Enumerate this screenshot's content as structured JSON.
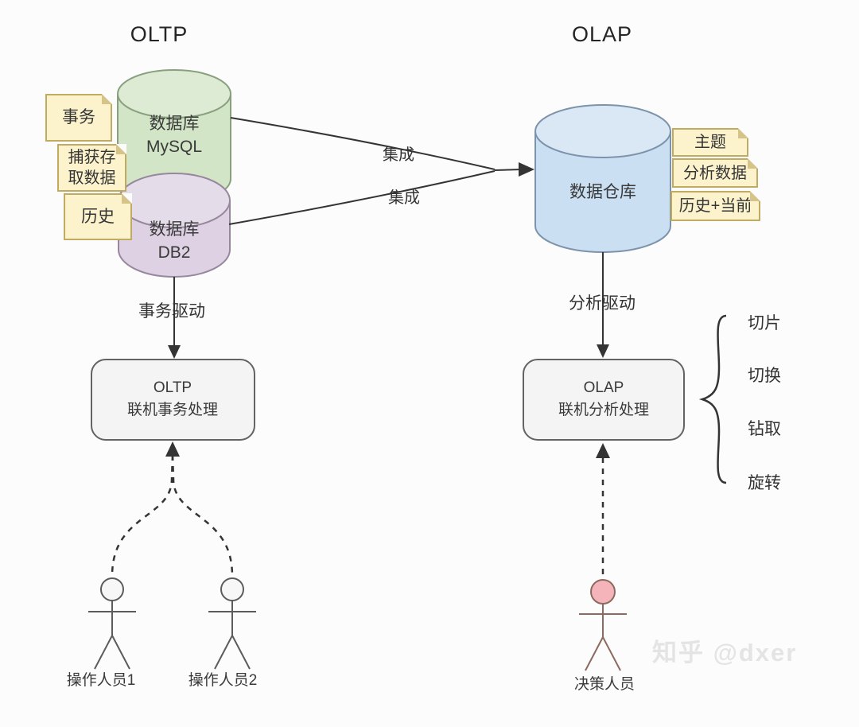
{
  "titles": {
    "oltp": "OLTP",
    "olap": "OLAP"
  },
  "cylinders": {
    "mysql": {
      "line1": "数据库",
      "line2": "MySQL"
    },
    "db2": {
      "line1": "数据库",
      "line2": "DB2"
    },
    "warehouse": {
      "label": "数据仓库"
    }
  },
  "notes": {
    "transaction": "事务",
    "capture": "捕获存取数据",
    "history": "历史",
    "subject": "主题",
    "analysis_data": "分析数据",
    "history_current": "历史+当前"
  },
  "edge_labels": {
    "integration_top": "集成",
    "integration_bottom": "集成",
    "transaction_driven": "事务驱动",
    "analysis_driven": "分析驱动"
  },
  "process_boxes": {
    "oltp": {
      "line1": "OLTP",
      "line2": "联机事务处理"
    },
    "olap": {
      "line1": "OLAP",
      "line2": "联机分析处理"
    }
  },
  "olap_operations": [
    "切片",
    "切换",
    "钻取",
    "旋转"
  ],
  "actors": {
    "operator1": "操作人员1",
    "operator2": "操作人员2",
    "decision_maker": "决策人员"
  },
  "watermark": "知乎 @dxer",
  "colors": {
    "mysql_fill": "#d2e5c7",
    "mysql_stroke": "#88a07e",
    "db2_fill": "#ddd1e3",
    "db2_stroke": "#96879d",
    "warehouse_fill": "#cbdff2",
    "warehouse_stroke": "#7d93ab",
    "box_fill": "#f4f4f4",
    "box_stroke": "#636363",
    "line_color": "#343434",
    "decision_head": "#f5b4ba",
    "decision_stroke": "#8c6a60",
    "operator_head": "#f7f7f7",
    "operator_stroke": "#5c5c5c"
  }
}
